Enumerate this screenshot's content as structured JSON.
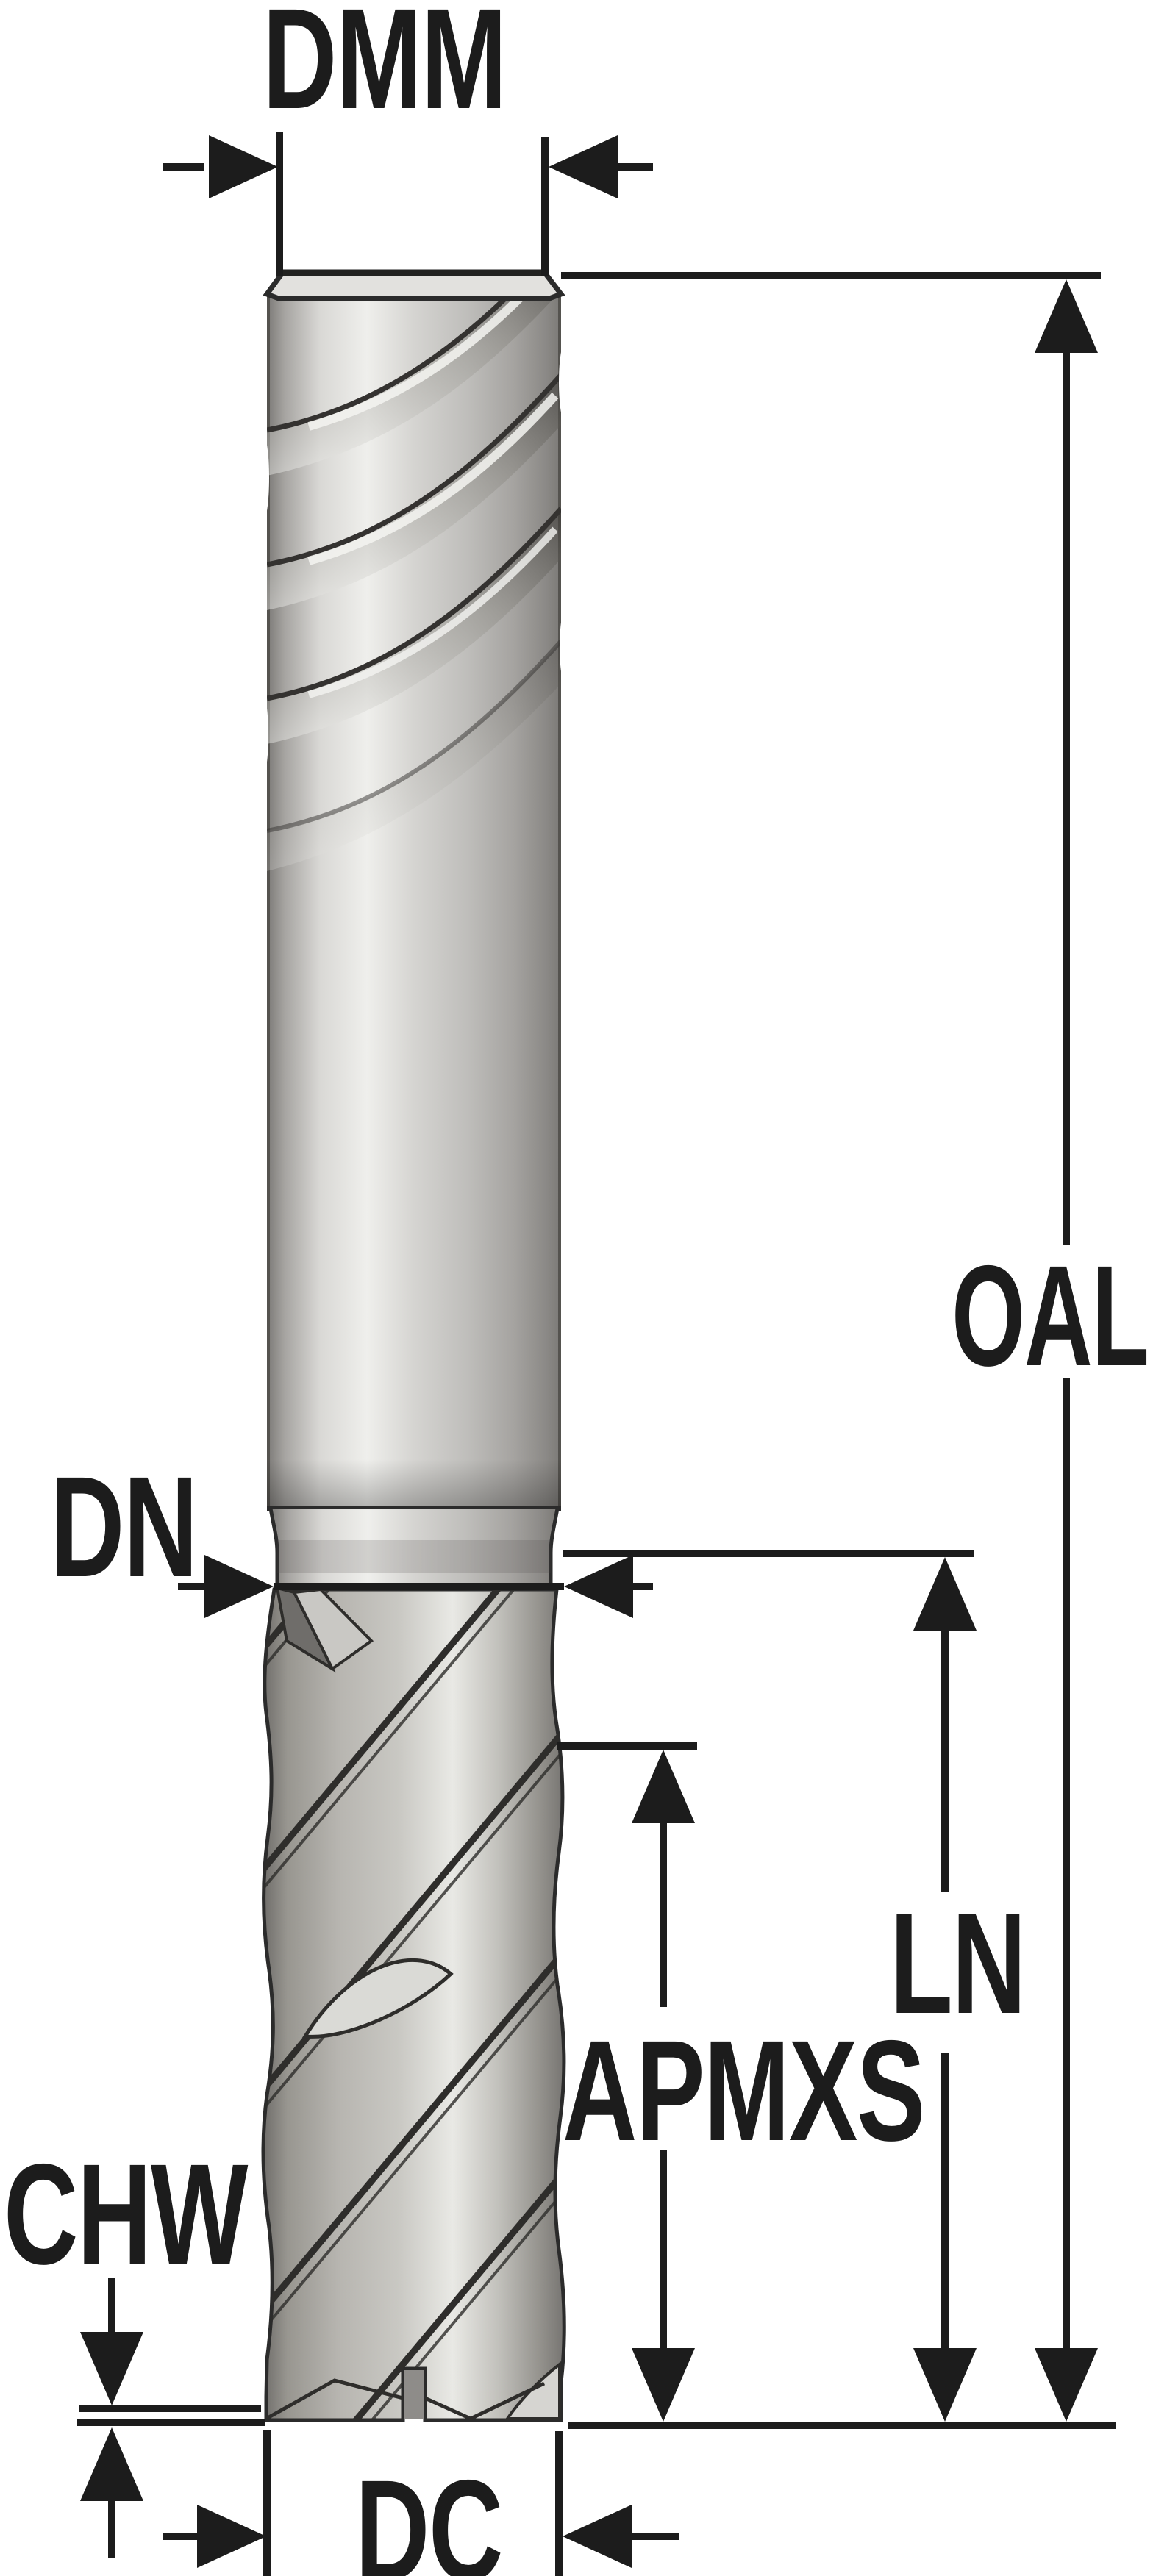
{
  "diagram": {
    "labels": {
      "dmm": "DMM",
      "oal": "OAL",
      "dn": "DN",
      "ln": "LN",
      "apmxs": "APMXS",
      "chw": "CHW",
      "dc": "DC"
    }
  },
  "colors": {
    "line": "#1c1c1c",
    "background": "#ffffff",
    "tool_light": "#efefec",
    "tool_mid": "#b9b8b5",
    "tool_dark": "#7b7976",
    "tool_outline": "#2b2b2b"
  }
}
